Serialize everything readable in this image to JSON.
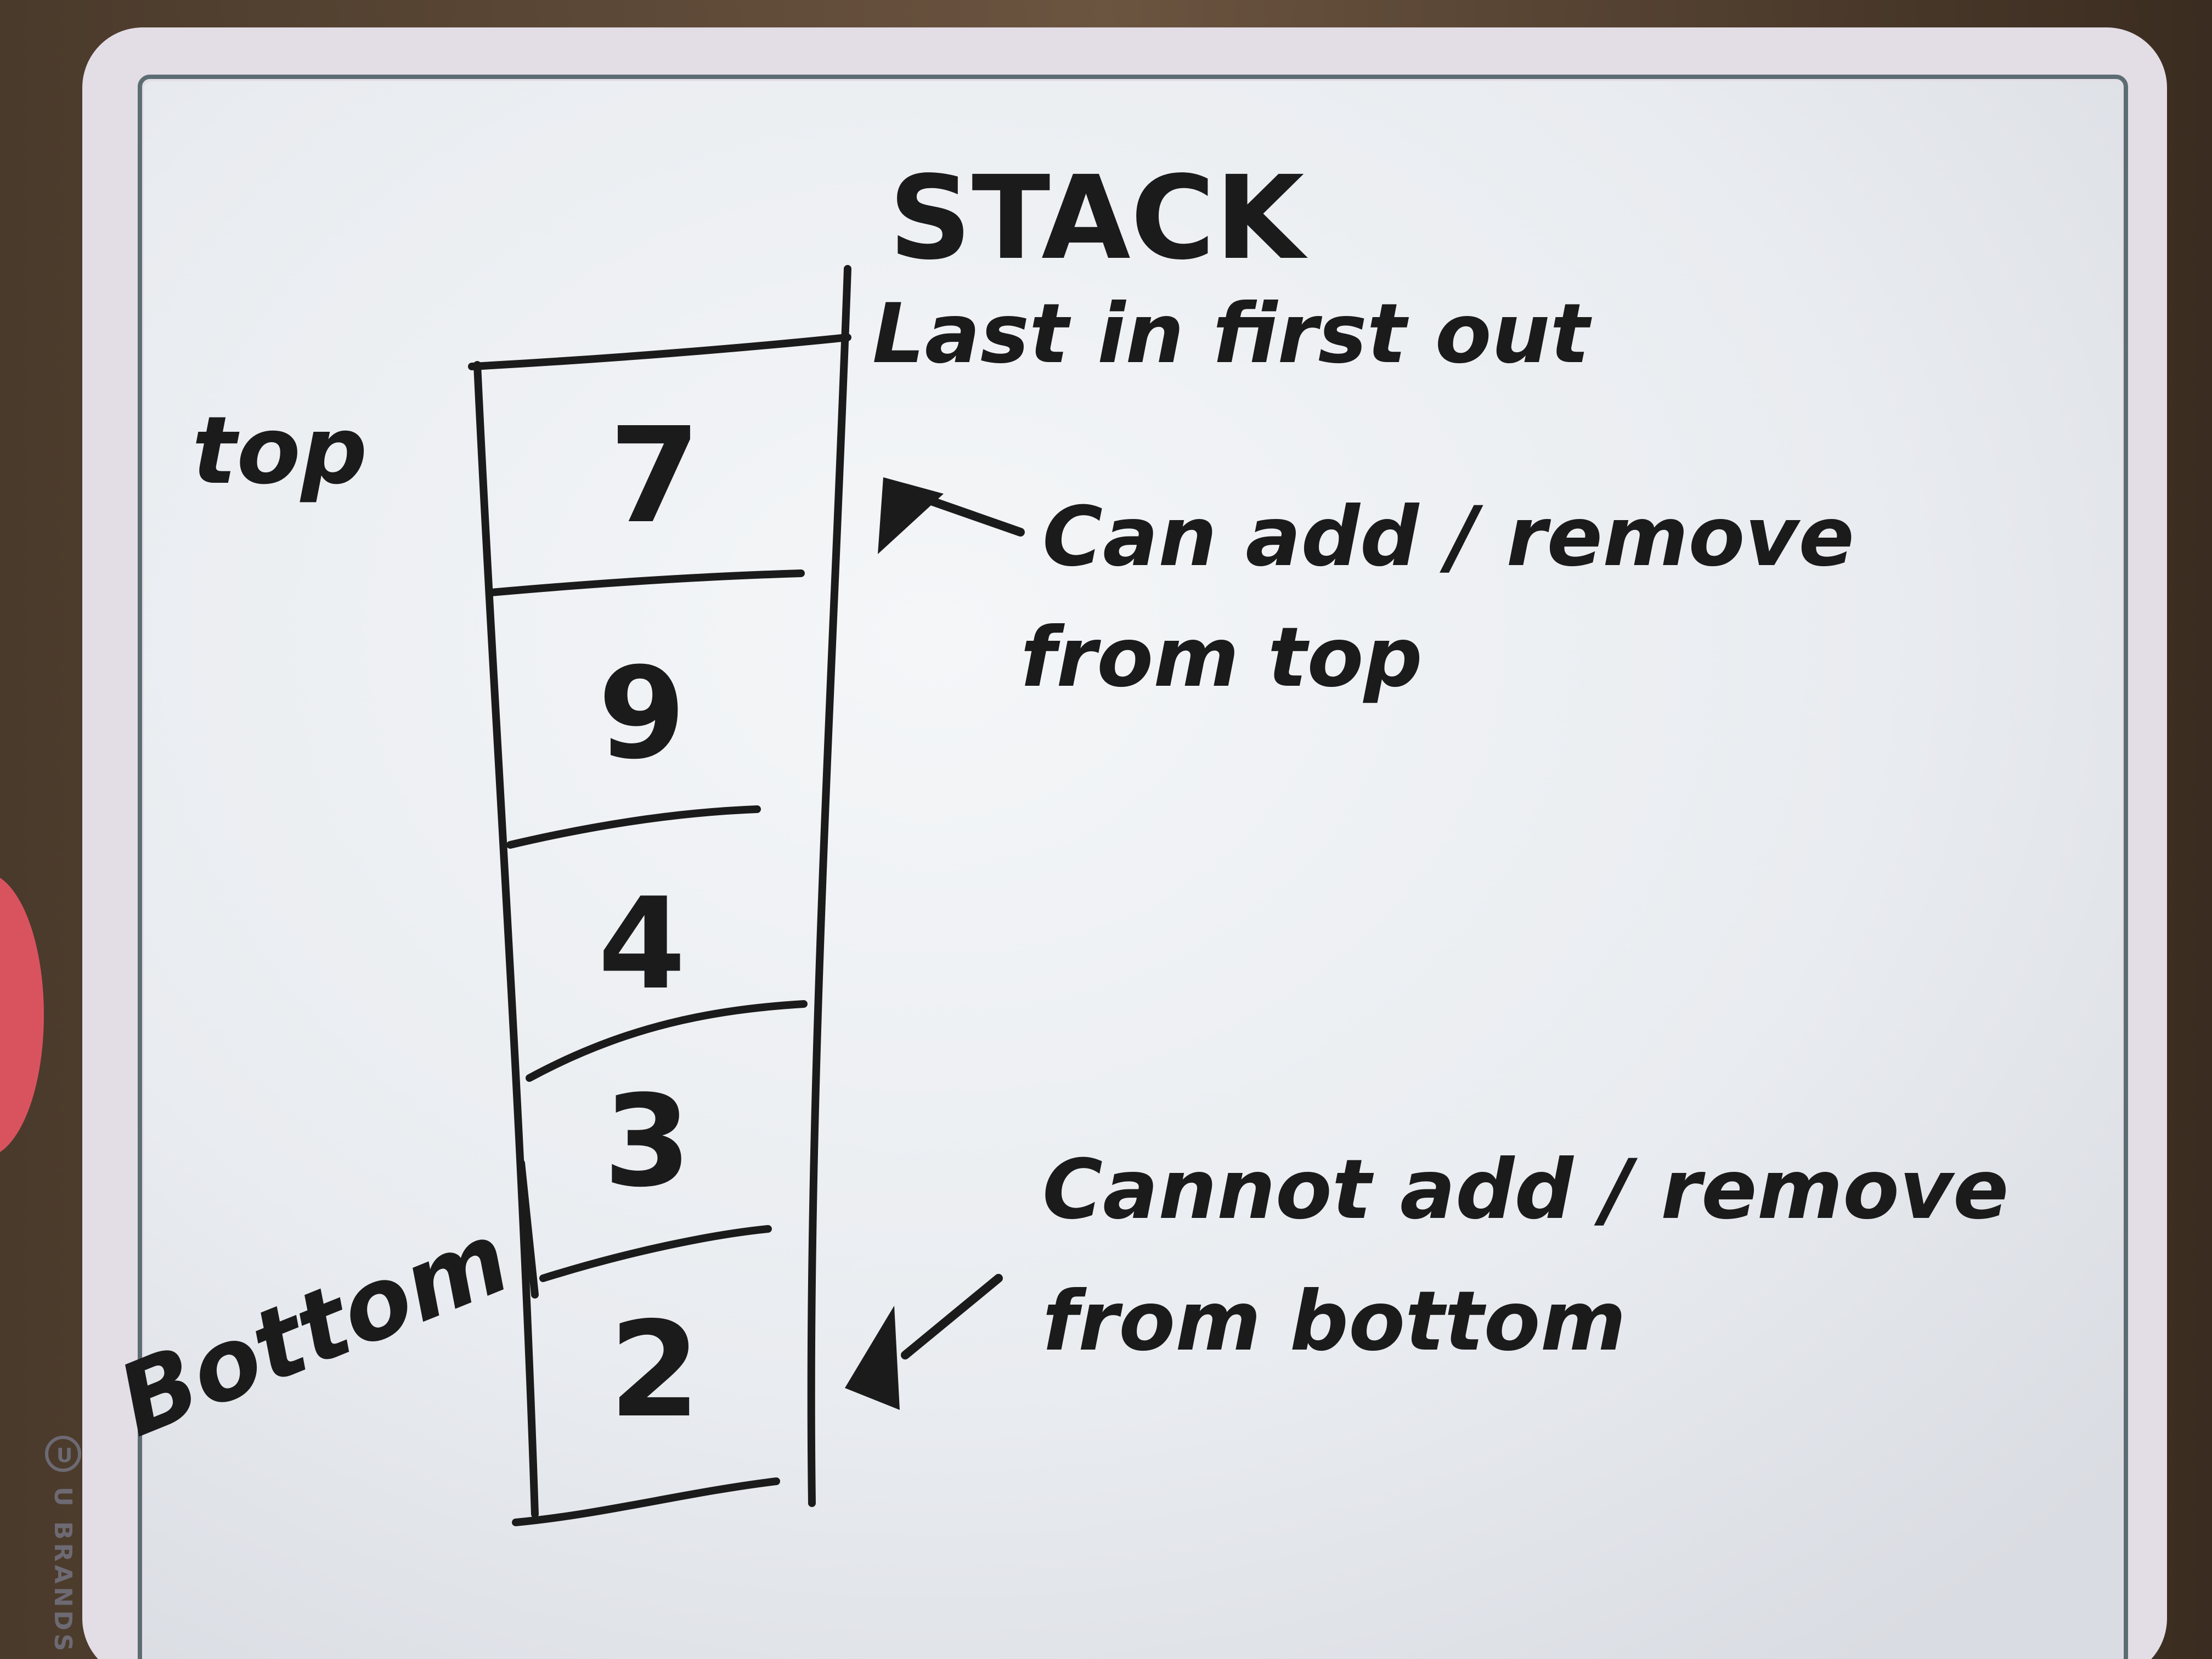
{
  "board": {
    "title": "STACK",
    "subtitle": "Last in first out",
    "top_label": "top",
    "bottom_label": "Bottom",
    "brand": "U BRANDS"
  },
  "stack_items": [
    "7",
    "9",
    "4",
    "3",
    "2"
  ],
  "notes": {
    "top_note_line1": "Can add / remove",
    "top_note_line2": "from top",
    "bottom_note_line1": "Cannot add / remove",
    "bottom_note_line2": "from bottom"
  },
  "colors": {
    "marker": "#1b1b1b",
    "board_surface": "#eef0f4",
    "board_frame": "#e3dde6",
    "table": "#3b2e22",
    "red_object": "#d9535f"
  },
  "icons": {
    "top_arrow": "arrow-up-left-icon",
    "bottom_arrow": "arrow-down-left-icon",
    "brand_logo": "u-brands-logo-icon"
  }
}
